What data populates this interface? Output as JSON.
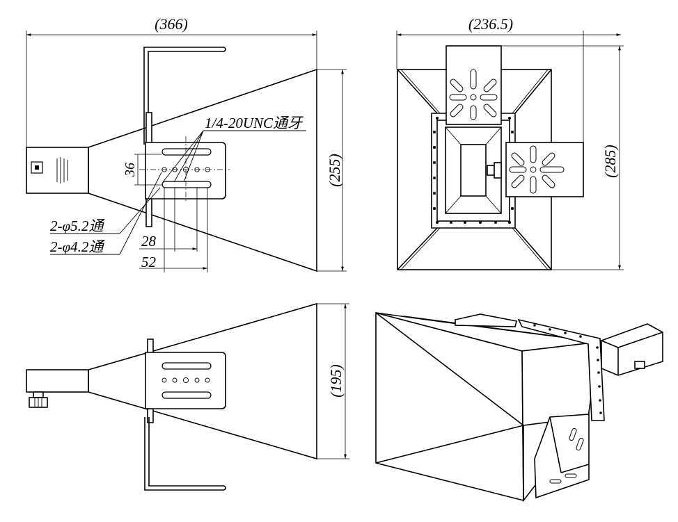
{
  "views": {
    "side": {
      "width_dim": "(366)",
      "height_dim": "(255)",
      "thread_note": "1/4-20UNC通牙",
      "slot_spacing": "36",
      "hole_note_1": "2-φ5.2通",
      "hole_note_2": "2-φ4.2通",
      "spacing_small": "28",
      "spacing_large": "52"
    },
    "front": {
      "width_dim": "(236.5)",
      "height_dim": "(285)"
    },
    "bottom": {
      "height_dim": "(195)"
    }
  }
}
